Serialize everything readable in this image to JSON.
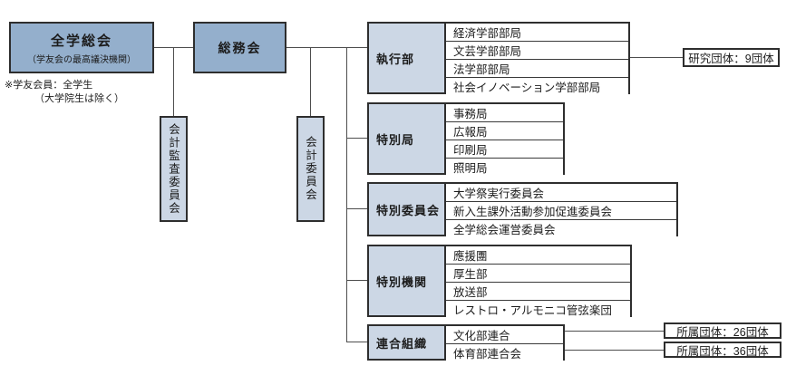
{
  "root_box": {
    "title": "全学総会",
    "subtitle": "（学友会の最高議決機関）"
  },
  "note": {
    "line1": "※学友会員：全学生",
    "line2": "（大学院生は除く）"
  },
  "somukai_label": "総務会",
  "audit_committee_label": "会計監査委員会",
  "accounting_committee_label": "会計委員会",
  "groups": [
    {
      "label": "執行部",
      "items": [
        "経済学部部局",
        "文芸学部部局",
        "法学部部局",
        "社会イノベーション学部部局"
      ]
    },
    {
      "label": "特別局",
      "items": [
        "事務局",
        "広報局",
        "印刷局",
        "照明局"
      ]
    },
    {
      "label": "特別委員会",
      "items": [
        "大学祭実行委員会",
        "新入生課外活動参加促進委員会",
        "全学総会運営委員会"
      ]
    },
    {
      "label": "特別機関",
      "items": [
        "應援團",
        "厚生部",
        "放送部",
        "レストロ・アルモニコ管弦楽団"
      ]
    },
    {
      "label": "連合組織",
      "items": [
        "文化部連合",
        "体育部連合会"
      ]
    }
  ],
  "side_boxes": {
    "research": "研究団体：9団体",
    "cultural": "所属団体：26団体",
    "sports": "所属団体：36団体"
  },
  "colors": {
    "primary_box_fill": "#94afcc",
    "secondary_box_fill": "#ccd7e5",
    "box_border": "#2e2e2e",
    "connector_line": "#4d4d4d",
    "background": "#ffffff"
  }
}
